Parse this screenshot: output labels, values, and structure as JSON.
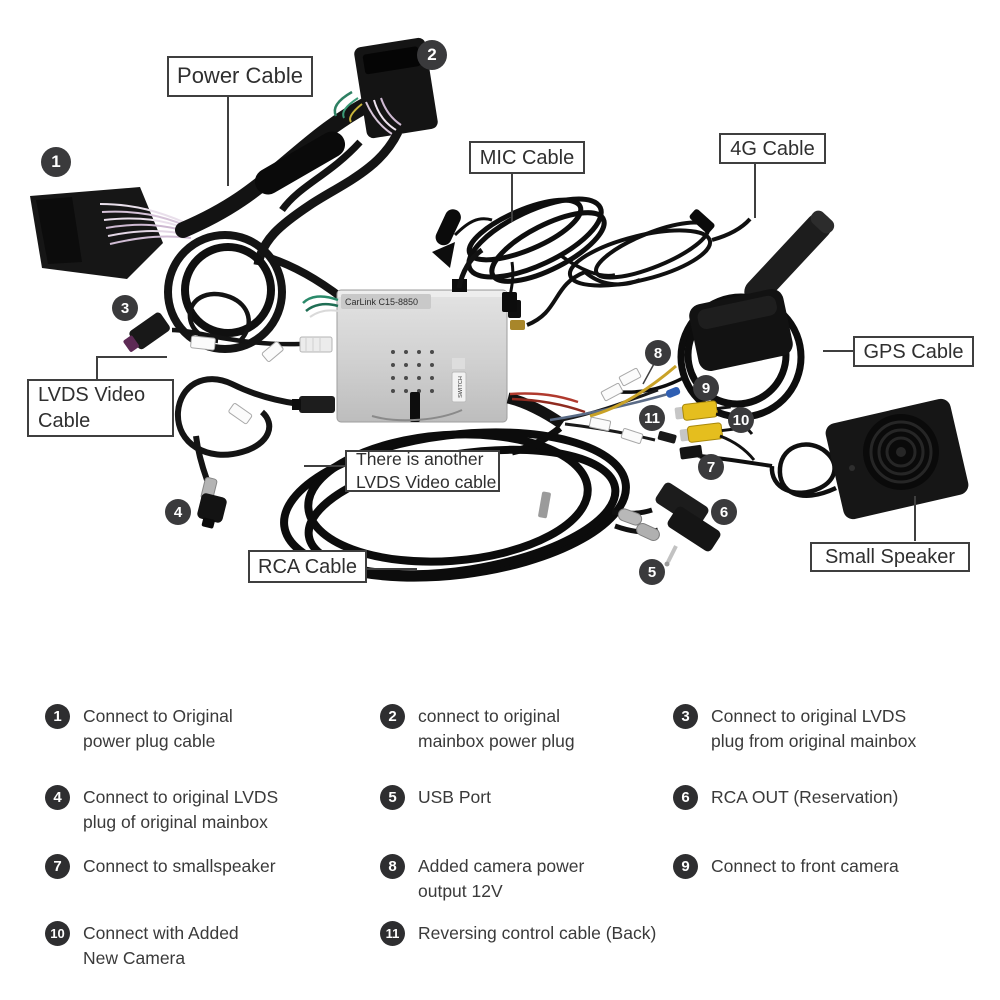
{
  "diagram": {
    "unit": {
      "model_label": "CarLink C15-8850",
      "switch_label": "SWITCH"
    },
    "callouts": {
      "power_cable": "Power Cable",
      "mic_cable": "MIC Cable",
      "four_g_cable": "4G Cable",
      "gps_cable": "GPS Cable",
      "lvds_video_cable": "LVDS Video\nCable",
      "another_lvds": "There is another\nLVDS Video cable",
      "rca_cable": "RCA Cable",
      "small_speaker": "Small Speaker"
    },
    "markers": [
      "1",
      "2",
      "3",
      "4",
      "5",
      "6",
      "7",
      "8",
      "9",
      "10",
      "11"
    ]
  },
  "legend": {
    "items": [
      {
        "num": "1",
        "text": "Connect to Original\npower plug cable"
      },
      {
        "num": "2",
        "text": "connect to original\nmainbox power plug"
      },
      {
        "num": "3",
        "text": "Connect to original LVDS\nplug from original mainbox"
      },
      {
        "num": "4",
        "text": "Connect to original LVDS\nplug of original mainbox"
      },
      {
        "num": "5",
        "text": "USB Port"
      },
      {
        "num": "6",
        "text": "RCA OUT (Reservation)"
      },
      {
        "num": "7",
        "text": "Connect to smallspeaker"
      },
      {
        "num": "8",
        "text": "Added camera power\noutput 12V"
      },
      {
        "num": "9",
        "text": "Connect to front camera"
      },
      {
        "num": "10",
        "text": "Connect with Added\nNew Camera"
      },
      {
        "num": "11",
        "text": "Reversing control cable (Back)"
      }
    ]
  },
  "colors": {
    "marker_bg": "#3a3a3c",
    "legend_marker_bg": "#2e2e30",
    "label_border": "#3f3f3f",
    "label_text": "#2f2f2f",
    "legend_text": "#3a3a3a",
    "unit_silver": "#d4d4d4",
    "rca_yellow": "#e5be1e",
    "wire_red": "#b03a2e",
    "wire_yellow": "#c9a227",
    "wire_green": "#2a8a6a"
  }
}
